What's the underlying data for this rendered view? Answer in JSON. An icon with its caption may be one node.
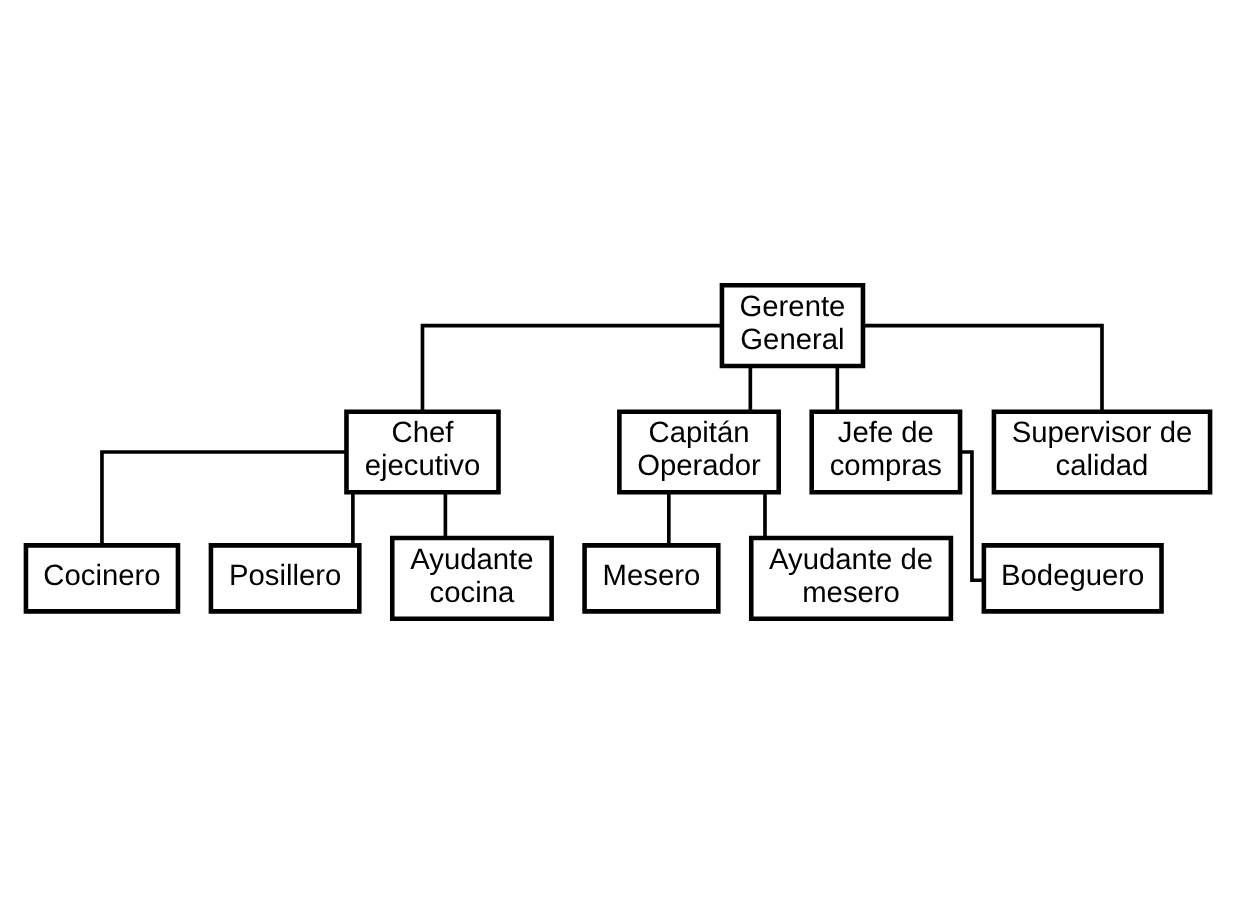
{
  "diagram": {
    "nodes": [
      {
        "text": [
          "Gerente General"
        ]
      },
      {
        "text": [
          "Chef ejecutivo"
        ]
      },
      {
        "text": [
          "Capitán Operador"
        ]
      },
      {
        "text": [
          "Jefe de compras"
        ]
      },
      {
        "text": [
          "Supervisor de calidad"
        ]
      },
      {
        "text": [
          "Cocinero"
        ]
      },
      {
        "text": [
          "Posillero"
        ]
      },
      {
        "text": [
          "Ayudante cocina"
        ]
      },
      {
        "text": [
          "Mesero"
        ]
      },
      {
        "text": [
          "Ayudante de mesero"
        ]
      },
      {
        "text": [
          "Bodeguero"
        ]
      }
    ],
    "edges": [
      {
        "from": 0,
        "to": 1,
        "arrow": "none"
      },
      {
        "from": 0,
        "to": 2,
        "arrow": "none"
      },
      {
        "from": 0,
        "to": 3,
        "arrow": "none"
      },
      {
        "from": 0,
        "to": 4,
        "arrow": "none"
      },
      {
        "from": 1,
        "to": 5,
        "arrow": "none"
      },
      {
        "from": 1,
        "to": 6,
        "arrow": "none"
      },
      {
        "from": 1,
        "to": 7,
        "arrow": "none"
      },
      {
        "from": 2,
        "to": 8,
        "arrow": "none"
      },
      {
        "from": 2,
        "to": 9,
        "arrow": "none"
      },
      {
        "from": 3,
        "to": 10,
        "arrow": "none"
      }
    ]
  }
}
